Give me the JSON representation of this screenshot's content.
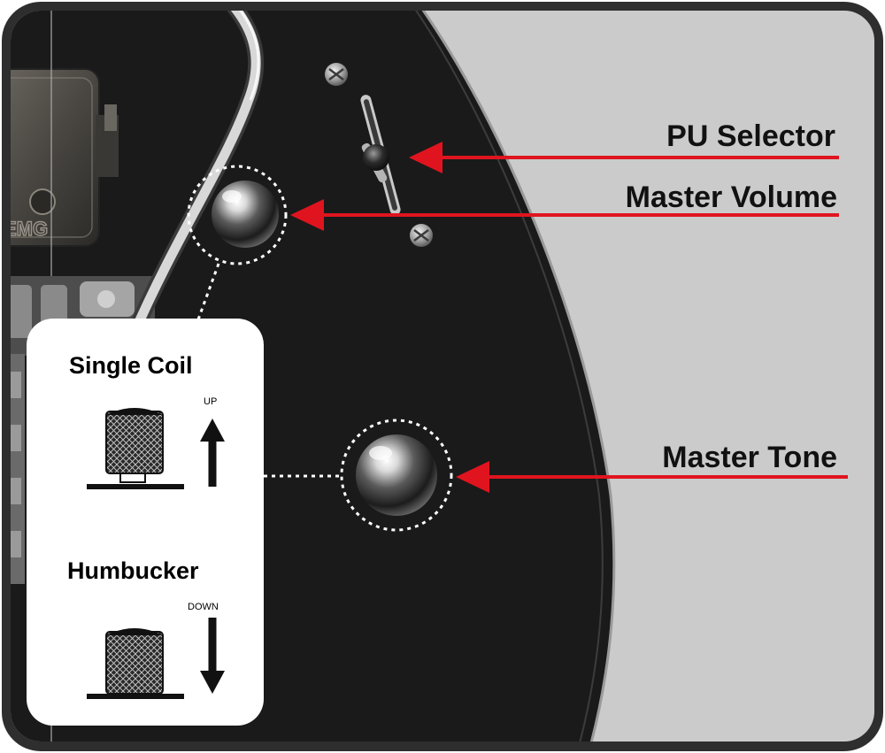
{
  "labels": {
    "pu_selector": "PU Selector",
    "master_volume": "Master Volume",
    "master_tone": "Master Tone"
  },
  "pickup_brand": "EMG",
  "coil_modes": {
    "single_coil": {
      "title": "Single Coil",
      "direction": "UP"
    },
    "humbucker": {
      "title": "Humbucker",
      "direction": "DOWN"
    }
  },
  "colors": {
    "arrow_red": "#e0141e",
    "pickguard_black": "#1a1a1a",
    "body_grey": "#cbcbcb",
    "frame_dark": "#2e2e2e"
  }
}
